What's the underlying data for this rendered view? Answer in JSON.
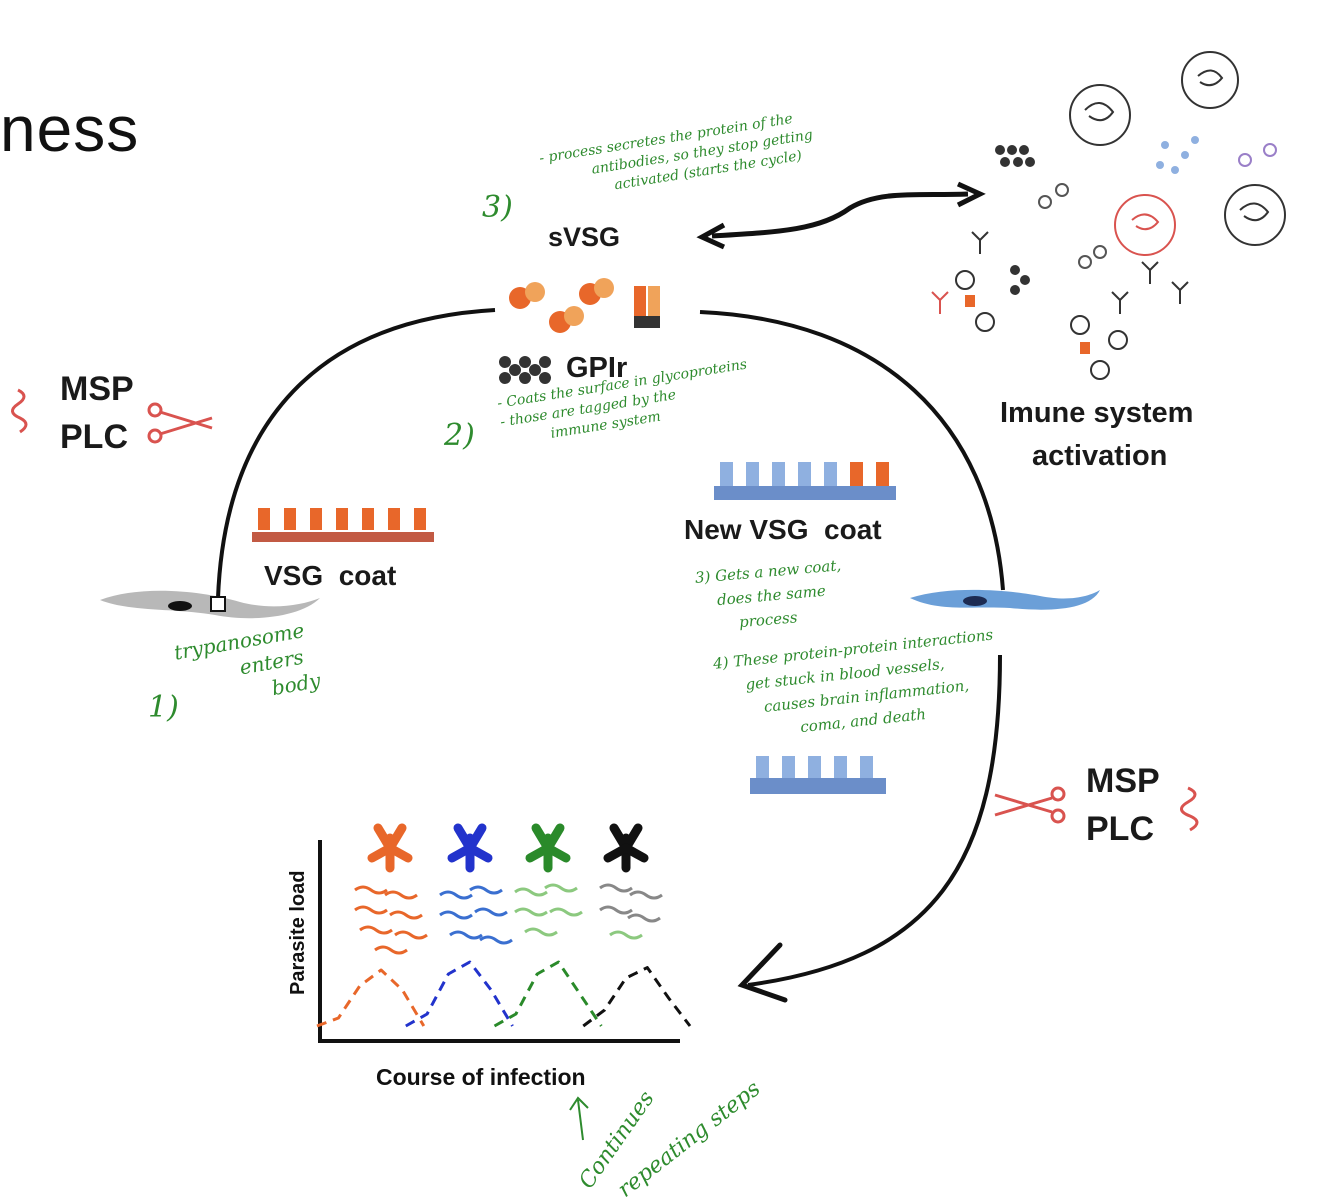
{
  "title_fragment": "ness",
  "labels": {
    "svsg": "sVSG",
    "gpir": "GPIr",
    "msp_left": "MSP",
    "plc_left": "PLC",
    "msp_right": "MSP",
    "plc_right": "PLC",
    "vsg_coat": "VSG  coat",
    "new_vsg_coat": "New VSG  coat",
    "immune_line1": "Imune system",
    "immune_line2": "activation",
    "y_axis": "Parasite load",
    "x_axis": "Course of infection"
  },
  "notes": {
    "n3_num": "3)",
    "n3_line1": "- process secretes the protein of the",
    "n3_line2": "antibodies, so they stop getting",
    "n3_line3": "activated (starts the cycle)",
    "n2_num": "2)",
    "n2_line1": "- Coats the surface in glycoproteins",
    "n2_line2": "- those are tagged by the",
    "n2_line3": "immune system",
    "n1_num": "1)",
    "n1_line1": "trypanosome",
    "n1_line2": "enters",
    "n1_line3": "body",
    "r3_line1": "3) Gets a new coat,",
    "r3_line2": "does the same",
    "r3_line3": "process",
    "r4_line1": "4) These protein-protein interactions",
    "r4_line2": "get stuck in blood vessels,",
    "r4_line3": "causes brain inflammation,",
    "r4_line4": "coma, and death",
    "bottom_line1": "Continues",
    "bottom_line2": "repeating steps"
  },
  "colors": {
    "handwriting": "#2e8b2e",
    "cycle_line": "#111111",
    "scissors": "#d9534f",
    "orange": "#e8672a",
    "blue": "#2233cc",
    "green": "#2a8a2a",
    "black": "#111111",
    "vsg_blue": "#6b8ec9"
  },
  "chart_data": {
    "type": "line",
    "title": "",
    "xlabel": "Course of infection",
    "ylabel": "Parasite load",
    "series": [
      {
        "color": "#e8672a",
        "values": [
          0.05,
          0.15,
          0.55,
          0.75,
          0.5,
          0.05
        ]
      },
      {
        "color": "#2233cc",
        "values": [
          0.05,
          0.2,
          0.7,
          0.85,
          0.5,
          0.05
        ]
      },
      {
        "color": "#2a8a2a",
        "values": [
          0.05,
          0.2,
          0.7,
          0.85,
          0.45,
          0.05
        ]
      },
      {
        "color": "#111111",
        "values": [
          0.05,
          0.25,
          0.65,
          0.78,
          0.4,
          0.05
        ]
      }
    ]
  }
}
